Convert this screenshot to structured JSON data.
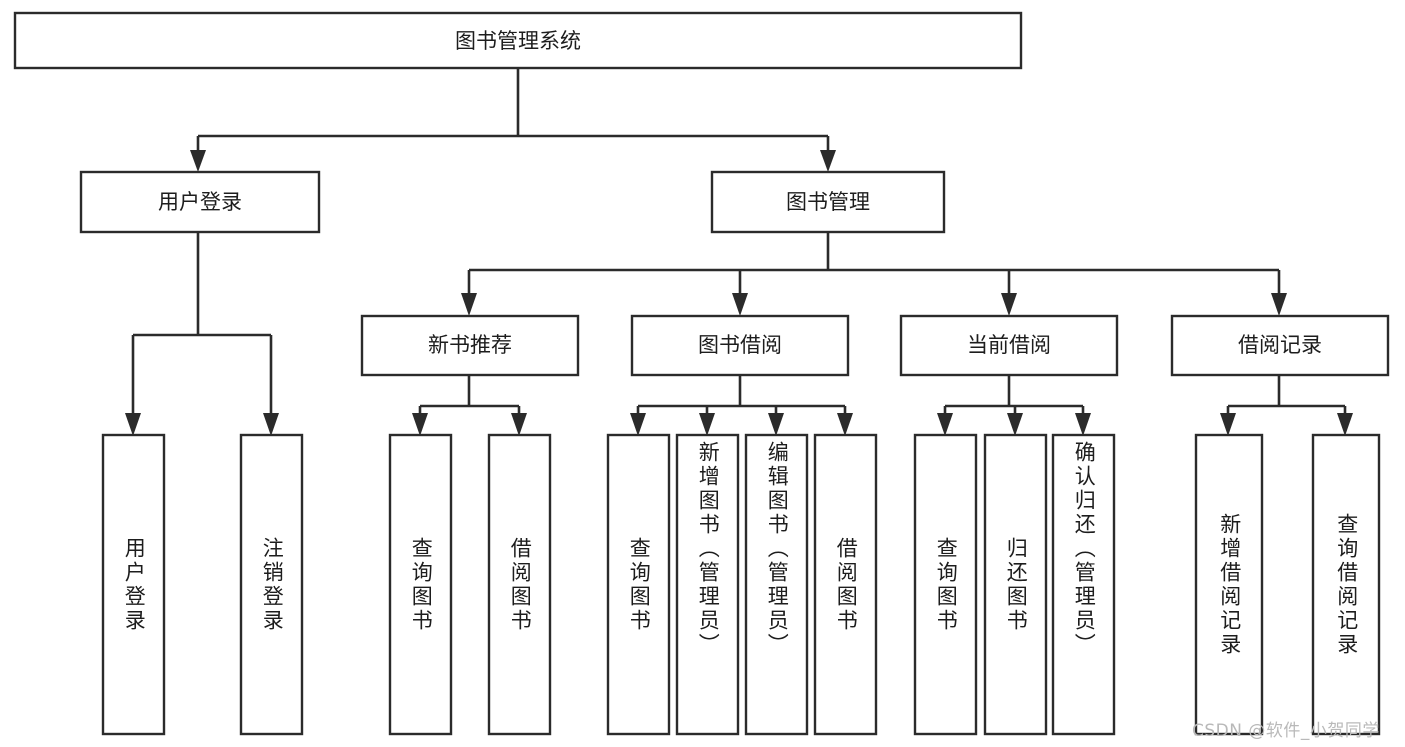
{
  "diagram": {
    "type": "tree",
    "title": "图书管理系统",
    "watermark": "CSDN @软件_小贺同学",
    "colors": {
      "box_stroke": "#2b2b2b",
      "box_fill": "#ffffff",
      "connector": "#2b2b2b",
      "text": "#1d1d1d",
      "watermark": "#b9b9b9",
      "background": "#ffffff"
    },
    "levels": {
      "root": {
        "label": "图书管理系统"
      },
      "level2": [
        {
          "label": "用户登录"
        },
        {
          "label": "图书管理"
        }
      ],
      "level3": [
        {
          "label": "新书推荐"
        },
        {
          "label": "图书借阅"
        },
        {
          "label": "当前借阅"
        },
        {
          "label": "借阅记录"
        }
      ]
    },
    "leaves": {
      "user_login": [
        {
          "label": "用户登录"
        },
        {
          "label": "注销登录"
        }
      ],
      "new_book_recommend": [
        {
          "label": "查询图书"
        },
        {
          "label": "借阅图书"
        }
      ],
      "book_borrow": [
        {
          "label": "查询图书"
        },
        {
          "label": "新增图书（管理员）"
        },
        {
          "label": "编辑图书（管理员）"
        },
        {
          "label": "借阅图书"
        }
      ],
      "current_borrow": [
        {
          "label": "查询图书"
        },
        {
          "label": "归还图书"
        },
        {
          "label": "确认归还（管理员）"
        }
      ],
      "borrow_record": [
        {
          "label": "新增借阅记录"
        },
        {
          "label": "查询借阅记录"
        }
      ]
    }
  }
}
